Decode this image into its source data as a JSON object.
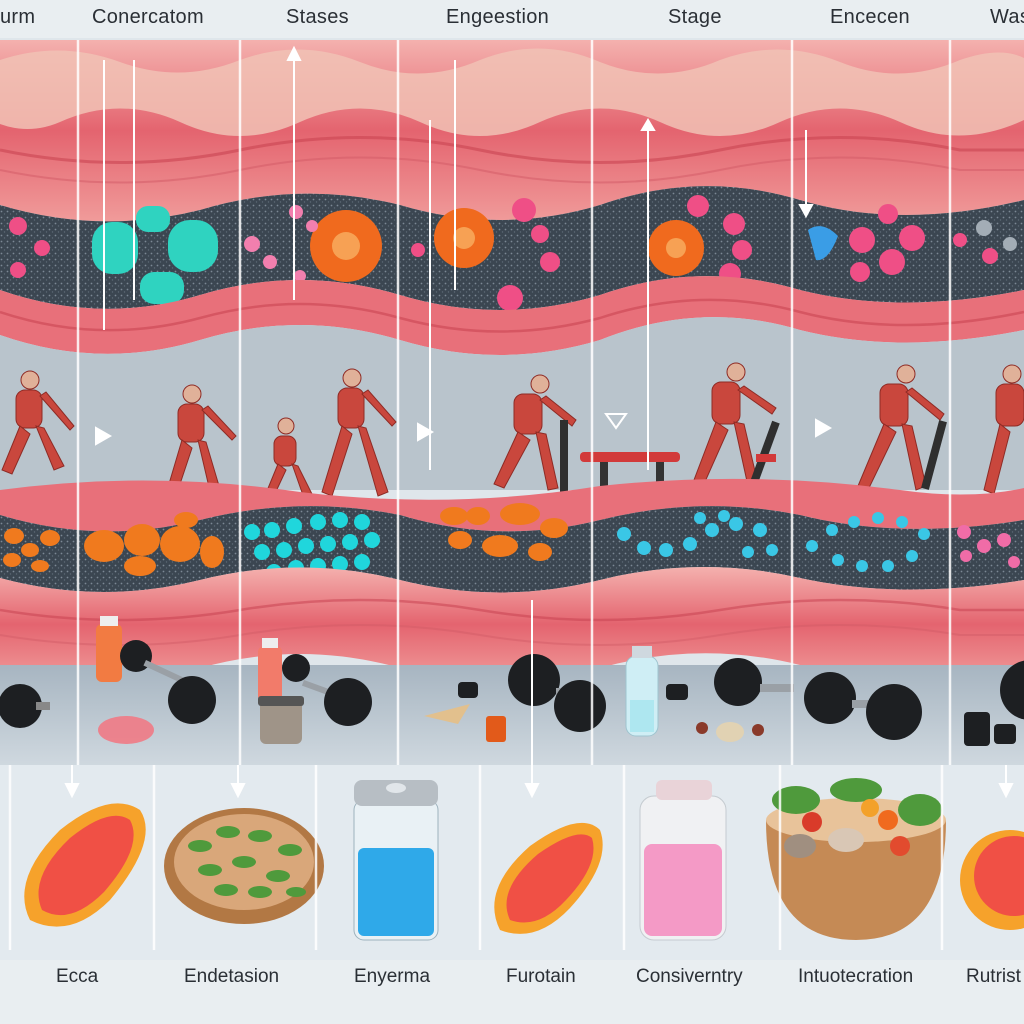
{
  "stage_labels": [
    "urm",
    "Conercatom",
    "Stases",
    "Engeestion",
    "Stage",
    "Encecen",
    "Was"
  ],
  "food_labels": [
    "Ecca",
    "Endetasion",
    "Enyerma",
    "Furotain",
    "Consiverntry",
    "Intuotecration",
    "Rutrist"
  ],
  "colors": {
    "muscle": "#e8707a",
    "muscle_dark": "#c94452",
    "muscle_light": "#f3a9a9",
    "tissue": "#3f4a55",
    "cell_cyan": "#2fd3c0",
    "cell_orange": "#f06a1e",
    "cell_pink": "#ef4f86",
    "cell_blue": "#3ac7e6",
    "floor": "#b9c6d0",
    "food_panel": "#e3eaef"
  }
}
